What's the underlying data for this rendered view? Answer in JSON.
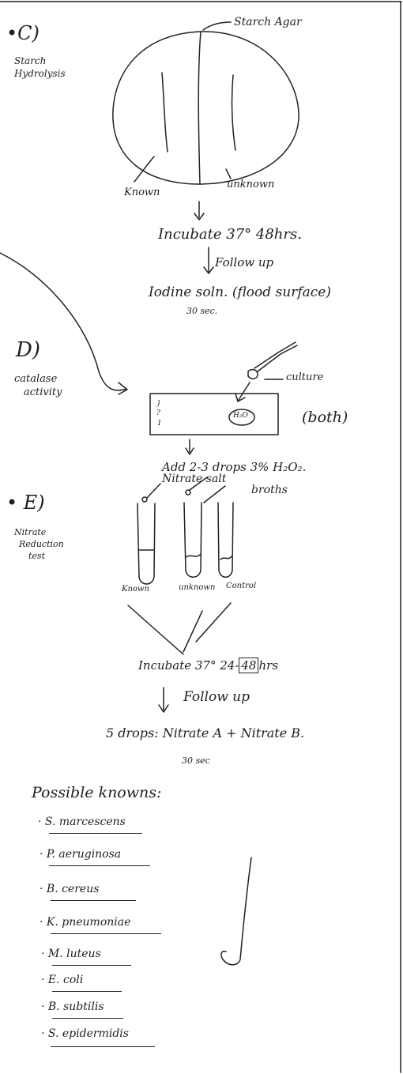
{
  "section_c": {
    "label": "•C)",
    "side_note": [
      "Starch",
      "Hydrolysis"
    ],
    "plate_label": "Starch Agar",
    "known": "Known",
    "unknown": "unknown",
    "incubate": "Incubate 37°  48hrs.",
    "follow_up": "Follow up",
    "iodine": "Iodine soln. (flood surface)",
    "time": "30 sec."
  },
  "section_d": {
    "label": "D)",
    "side_note": [
      "catalase",
      "activity"
    ],
    "culture": "culture",
    "slide_marks": [
      "}",
      "?",
      "1"
    ],
    "h2o_circle": "H₂O",
    "both": "(both)",
    "add": "Add  2-3 drops  3% H₂O₂."
  },
  "section_e": {
    "label": "• E)",
    "side_note": [
      "Nitrate",
      "Reduction",
      "test"
    ],
    "salt": "Nitrate salt",
    "broths": "broths",
    "tubes": [
      "Known",
      "unknown",
      "Control"
    ],
    "incubate_pre": "Incubate 37°  24-",
    "incubate_boxed": "48",
    "incubate_post": "hrs",
    "follow_up": "Follow up",
    "drops": "5 drops: Nitrate A  + Nitrate B.",
    "time": "30 sec"
  },
  "knowns": {
    "title": "Possible  knowns:",
    "items": [
      "S. marcescens",
      "P. aeruginosa",
      "B. cereus",
      "K. pneumoniae",
      "M. luteus",
      "E. coli",
      "B. subtilis",
      "S. epidermidis"
    ]
  }
}
